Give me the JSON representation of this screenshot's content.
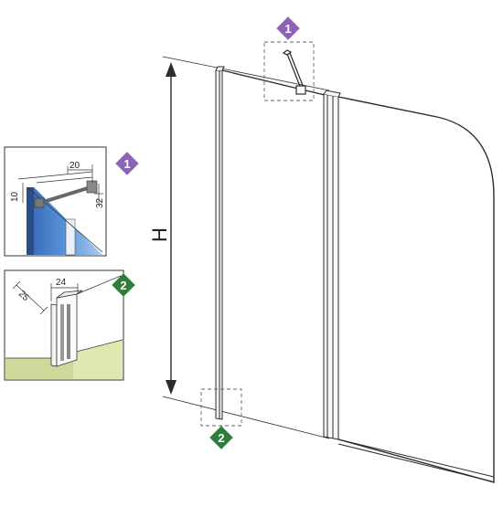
{
  "diagram": {
    "height_label": "H",
    "callouts": [
      {
        "number": "1",
        "color": "#8b64b8"
      },
      {
        "number": "2",
        "color": "#2e7d3a"
      }
    ],
    "detail_1": {
      "dimensions": [
        "20",
        "10",
        "32"
      ]
    },
    "detail_2": {
      "dimensions": [
        "24",
        "25"
      ]
    },
    "colors": {
      "glass": "#2f6fbf",
      "floor": "#dfe8b0",
      "wall": "#d8d8d8",
      "lines": "#333333"
    }
  }
}
